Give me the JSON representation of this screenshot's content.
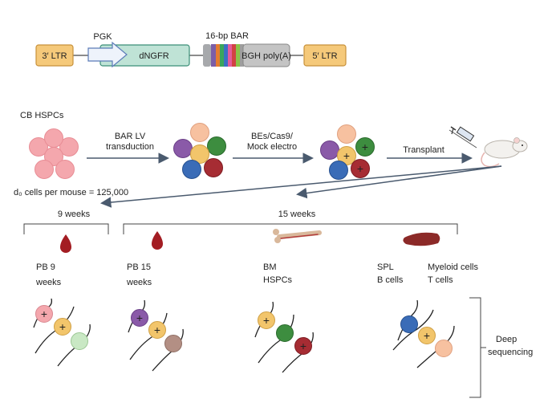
{
  "construct": {
    "ltr3": "3′ LTR",
    "pgk": "PGK",
    "dngfr": "dNGFR",
    "bar": "16-bp BAR",
    "bgh": "BGH poly(A)",
    "ltr5": "5′ LTR",
    "bar_colors": [
      "#a7a9ac",
      "#7b5ea7",
      "#e57c2f",
      "#3ba55c",
      "#3c6fc4",
      "#e55b9b",
      "#d14343",
      "#8bc34a",
      "#9e9e9e"
    ]
  },
  "workflow": {
    "cb_hspcs": "CB HSPCs",
    "bar_lv_line1": "BAR LV",
    "bar_lv_line2": "transduction",
    "bes_line1": "BEs/Cas9/",
    "bes_line2": "Mock electro",
    "transplant": "Transplant",
    "d0_cells": "d₀ cells per mouse = 125,000"
  },
  "timeline": {
    "week9": "9 weeks",
    "week15": "15 weeks"
  },
  "samples": {
    "pb9_line1": "PB 9",
    "pb9_line2": "weeks",
    "pb15_line1": "PB 15",
    "pb15_line2": "weeks",
    "bm_line1": "BM",
    "bm_line2": "HSPCs",
    "spl_line1": "SPL",
    "spl_line2": "B cells",
    "myeloid_line1": "Myeloid cells",
    "myeloid_line2": "T cells"
  },
  "sequencing": {
    "line1": "Deep",
    "line2": "sequencing"
  },
  "colors": {
    "ltr_fill": "#f5c97a",
    "ltr_stroke": "#c8913a",
    "dngfr_fill": "#bfe3d6",
    "dngfr_stroke": "#3b8f78",
    "pgk_fill": "#eef3fb",
    "pgk_stroke": "#5b7bb8",
    "bgh_fill": "#c4c4c4",
    "arrow": "#4a5a6e",
    "pink": "#f4a7ad",
    "peach": "#f7c1a0",
    "purple": "#8a5aa8",
    "green": "#3d8d3f",
    "blue": "#3a6cb7",
    "red": "#a62c33",
    "yellow": "#f2c56b",
    "light_green": "#c9e8c4",
    "taupe": "#b38f84",
    "blood": "#a31d23",
    "bone": "#d9b89b",
    "spleen": "#8c2a28"
  }
}
